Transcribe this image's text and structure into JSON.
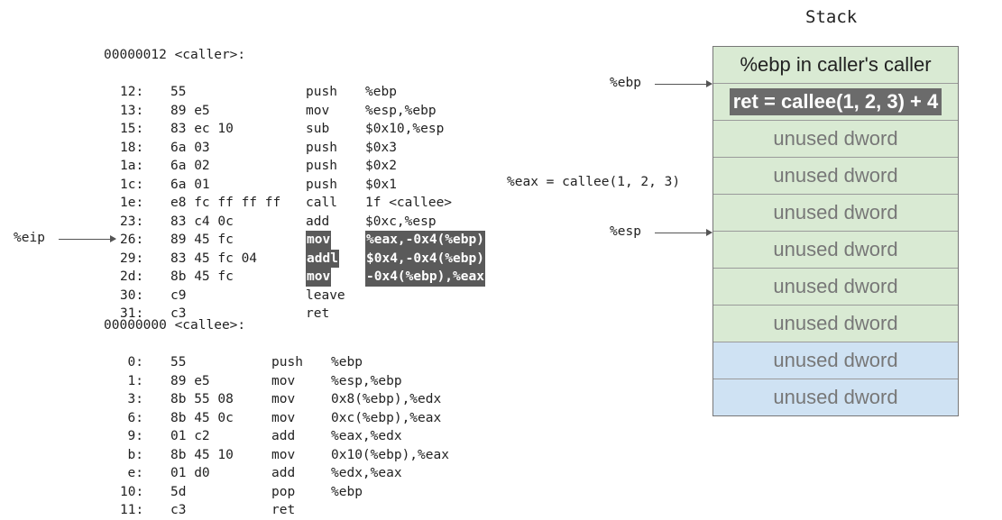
{
  "caller": {
    "header": "00000012 <caller>:",
    "rows": [
      {
        "addr": "12:",
        "bytes": "55",
        "op": "push",
        "args": "%ebp",
        "highlight": false
      },
      {
        "addr": "13:",
        "bytes": "89 e5",
        "op": "mov",
        "args": "%esp,%ebp",
        "highlight": false
      },
      {
        "addr": "15:",
        "bytes": "83 ec 10",
        "op": "sub",
        "args": "$0x10,%esp",
        "highlight": false
      },
      {
        "addr": "18:",
        "bytes": "6a 03",
        "op": "push",
        "args": "$0x3",
        "highlight": false
      },
      {
        "addr": "1a:",
        "bytes": "6a 02",
        "op": "push",
        "args": "$0x2",
        "highlight": false
      },
      {
        "addr": "1c:",
        "bytes": "6a 01",
        "op": "push",
        "args": "$0x1",
        "highlight": false
      },
      {
        "addr": "1e:",
        "bytes": "e8 fc ff ff ff",
        "op": "call",
        "args": "1f <callee>",
        "highlight": false
      },
      {
        "addr": "23:",
        "bytes": "83 c4 0c",
        "op": "add",
        "args": "$0xc,%esp",
        "highlight": false
      },
      {
        "addr": "26:",
        "bytes": "89 45 fc",
        "op": "mov",
        "args": "%eax,-0x4(%ebp)",
        "highlight": true
      },
      {
        "addr": "29:",
        "bytes": "83 45 fc 04",
        "op": "addl",
        "args": "$0x4,-0x4(%ebp)",
        "highlight": true
      },
      {
        "addr": "2d:",
        "bytes": "8b 45 fc",
        "op": "mov",
        "args": "-0x4(%ebp),%eax",
        "highlight": true
      },
      {
        "addr": "30:",
        "bytes": "c9",
        "op": "leave",
        "args": "",
        "highlight": false
      },
      {
        "addr": "31:",
        "bytes": "c3",
        "op": "ret",
        "args": "",
        "highlight": false
      }
    ]
  },
  "callee": {
    "header": "00000000 <callee>:",
    "rows": [
      {
        "addr": "0:",
        "bytes": "55",
        "op": "push",
        "args": "%ebp"
      },
      {
        "addr": "1:",
        "bytes": "89 e5",
        "op": "mov",
        "args": "%esp,%ebp"
      },
      {
        "addr": "3:",
        "bytes": "8b 55 08",
        "op": "mov",
        "args": "0x8(%ebp),%edx"
      },
      {
        "addr": "6:",
        "bytes": "8b 45 0c",
        "op": "mov",
        "args": "0xc(%ebp),%eax"
      },
      {
        "addr": "9:",
        "bytes": "01 c2",
        "op": "add",
        "args": "%eax,%edx"
      },
      {
        "addr": "b:",
        "bytes": "8b 45 10",
        "op": "mov",
        "args": "0x10(%ebp),%eax"
      },
      {
        "addr": "e:",
        "bytes": "01 d0",
        "op": "add",
        "args": "%edx,%eax"
      },
      {
        "addr": "10:",
        "bytes": "5d",
        "op": "pop",
        "args": "%ebp"
      },
      {
        "addr": "11:",
        "bytes": "c3",
        "op": "ret",
        "args": ""
      }
    ]
  },
  "annotation": "%eax = callee(1, 2, 3)",
  "pointers": {
    "eip": "%eip",
    "ebp": "%ebp",
    "esp": "%esp"
  },
  "stack": {
    "title": "Stack",
    "cells": [
      {
        "label": "%ebp in caller's caller",
        "color": "green",
        "style": "dark"
      },
      {
        "label": "ret = callee(1, 2, 3) + 4",
        "color": "green",
        "style": "highlight"
      },
      {
        "label": "unused dword",
        "color": "green",
        "style": "muted"
      },
      {
        "label": "unused dword",
        "color": "green",
        "style": "muted"
      },
      {
        "label": "unused dword",
        "color": "green",
        "style": "muted"
      },
      {
        "label": "unused dword",
        "color": "green",
        "style": "muted"
      },
      {
        "label": "unused dword",
        "color": "green",
        "style": "muted"
      },
      {
        "label": "unused dword",
        "color": "green",
        "style": "muted"
      },
      {
        "label": "unused dword",
        "color": "blue",
        "style": "muted"
      },
      {
        "label": "unused dword",
        "color": "blue",
        "style": "muted"
      }
    ]
  },
  "colors": {
    "frame_green": "#d9ead3",
    "frame_blue": "#cfe2f3",
    "highlight_gray": "#5a5a5a"
  }
}
